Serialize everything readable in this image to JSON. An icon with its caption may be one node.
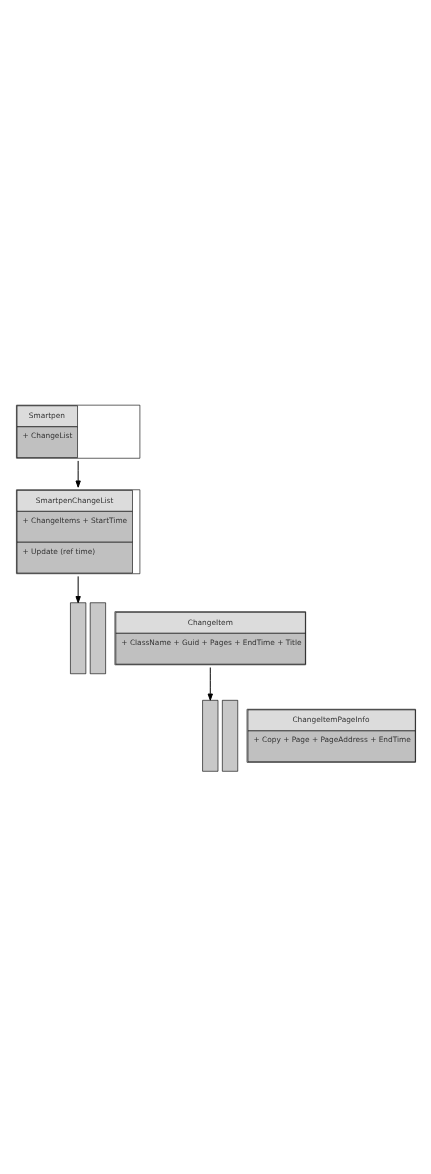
{
  "diagram": {
    "nodes": [
      {
        "text": [
          "Smartpen",
          "+ ChangeList"
        ]
      },
      {
        "text": [
          "SmartpenChangeList",
          "+ ChangeItems + StartTime",
          "+ Update (ref time)"
        ]
      },
      {
        "text": [],
        "shape": "box"
      },
      {
        "text": [],
        "shape": "box"
      },
      {
        "text": [
          "ChangeItem",
          "+ ClassName + Guid + Pages + EndTime + Title"
        ]
      },
      {
        "text": [],
        "shape": "box"
      },
      {
        "text": [],
        "shape": "box"
      },
      {
        "text": [
          "ChangeItemPageInfo",
          "+ Copy + Page + PageAddress + EndTime"
        ]
      }
    ],
    "edges": [
      {
        "from": 0,
        "to": 1,
        "arrow": "to"
      },
      {
        "from": 1,
        "to": 2,
        "arrow": "to"
      },
      {
        "from": 4,
        "to": 5,
        "arrow": "to"
      }
    ]
  }
}
